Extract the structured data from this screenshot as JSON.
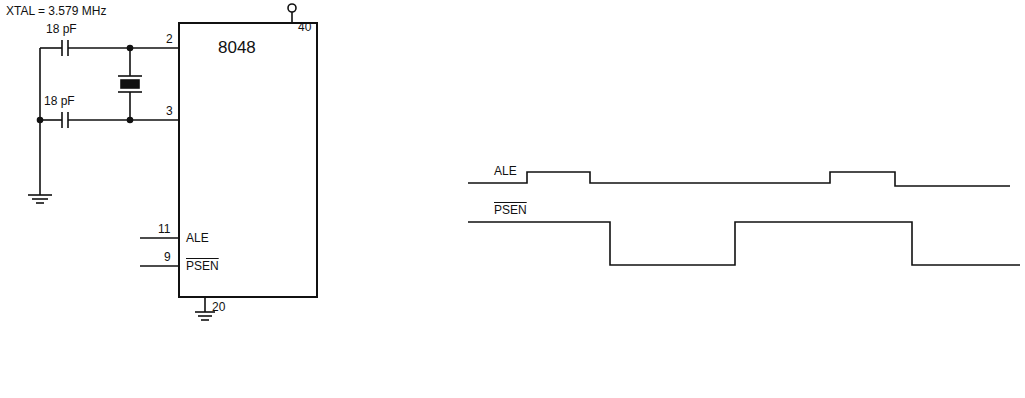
{
  "diagram": {
    "nodes": [
      {
        "text": [
          "8048"
        ]
      }
    ],
    "labels": [
      "XTAL = 3.579 MHz",
      "18 pF",
      "18 pF",
      "2",
      "3",
      "40",
      "11",
      "ALE",
      "9",
      "PSEN",
      "20",
      "ALE",
      "PSEN"
    ]
  }
}
